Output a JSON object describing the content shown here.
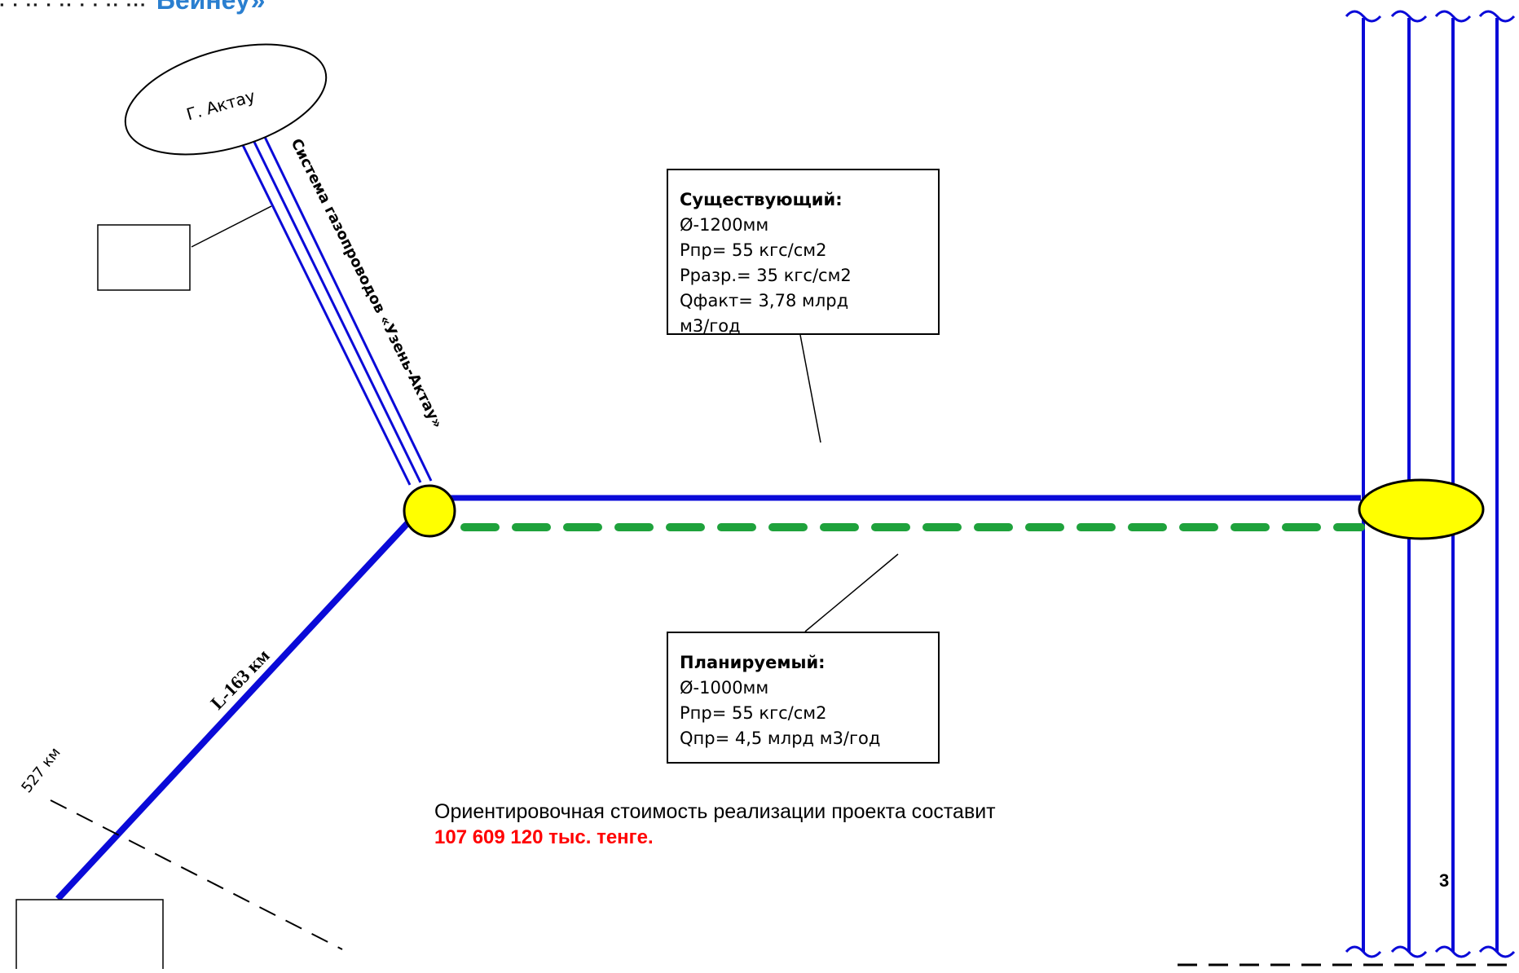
{
  "header": {
    "partial_text": "Бейнеу»"
  },
  "city": {
    "label": "Г. Актау"
  },
  "pipeline_system": {
    "label": "Система газопроводов «Узень-Актау»"
  },
  "route_length": {
    "label": "L-163 км"
  },
  "km_marker": {
    "label": "527 км"
  },
  "existing_pipeline": {
    "title": "Существующий:",
    "diameter": "Ø-1200мм",
    "pressure_design": "Рпр= 55 кгс/см2",
    "pressure_allowed": "Рразр.= 35 кгс/см2",
    "flow_actual_line1": "Qфакт= 3,78 млрд",
    "flow_actual_line2": "м3/год"
  },
  "planned_pipeline": {
    "title": "Планируемый:",
    "diameter": "Ø-1000мм",
    "pressure_design": "Рпр= 55 кгс/см2",
    "flow_design": "Qпр= 4,5 млрд м3/год"
  },
  "cost_note": {
    "text": "Ориентировочная стоимость реализации проекта составит",
    "amount": "107 609 120 тыс. тенге."
  },
  "page_number": "3",
  "colors": {
    "existing_line": "#0a0ad8",
    "planned_line": "#1fa23c",
    "node_fill": "#ffff00",
    "amount_text": "#ff0000",
    "brand_text": "#2a7fd0"
  }
}
